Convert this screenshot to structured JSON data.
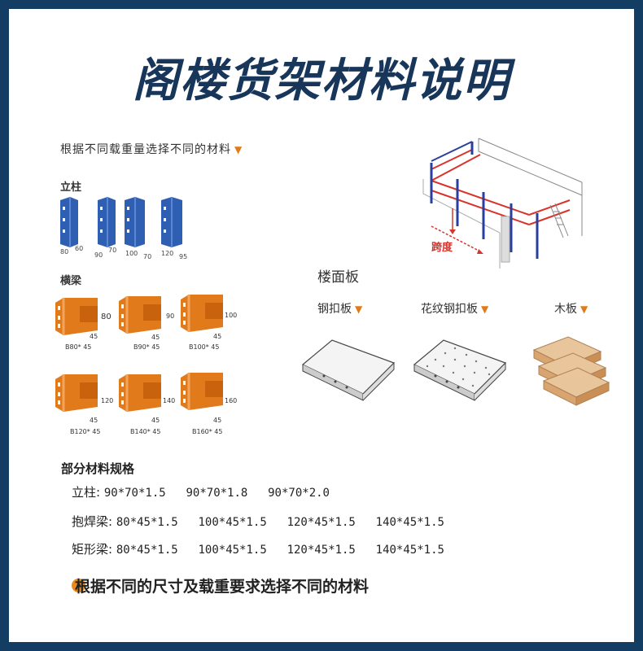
{
  "title": "阁楼货架材料说明",
  "intro": "根据不同载重量选择不同的材料",
  "sections": {
    "upright": "立柱",
    "beam": "横梁"
  },
  "upright_dims": [
    {
      "w": "80",
      "d": "60"
    },
    {
      "w": "90",
      "d": "70"
    },
    {
      "w": "100",
      "d": "70"
    },
    {
      "w": "120",
      "d": "95"
    }
  ],
  "beams": [
    {
      "label": "B80* 45",
      "height": "80",
      "width": "45"
    },
    {
      "label": "B90* 45",
      "height": "90",
      "width": "45"
    },
    {
      "label": "B100* 45",
      "height": "100",
      "width": "45"
    },
    {
      "label": "B120* 45",
      "height": "120",
      "width": "45"
    },
    {
      "label": "B140* 45",
      "height": "140",
      "width": "45"
    },
    {
      "label": "B160* 45",
      "height": "160",
      "width": "45"
    }
  ],
  "diagram": {
    "span_label": "跨度"
  },
  "floor": {
    "title": "楼面板",
    "items": [
      "钢扣板",
      "花纹钢扣板",
      "木板"
    ]
  },
  "specs": {
    "heading": "部分材料规格",
    "rows": [
      {
        "label": "立柱:",
        "values": [
          "90*70*1.5",
          "90*70*1.8",
          "90*70*2.0"
        ]
      },
      {
        "label": "抱焊梁:",
        "values": [
          "80*45*1.5",
          "100*45*1.5",
          "120*45*1.5",
          "140*45*1.5"
        ]
      },
      {
        "label": "矩形梁:",
        "values": [
          "80*45*1.5",
          "100*45*1.5",
          "120*45*1.5",
          "140*45*1.5"
        ]
      }
    ]
  },
  "note": "根据不同的尺寸及载重要求选择不同的材料",
  "colors": {
    "frame": "#143d63",
    "title": "#17365a",
    "accent": "#e88a1f",
    "upright_blue": "#2f5fb3",
    "beam_orange": "#e07a1a"
  }
}
